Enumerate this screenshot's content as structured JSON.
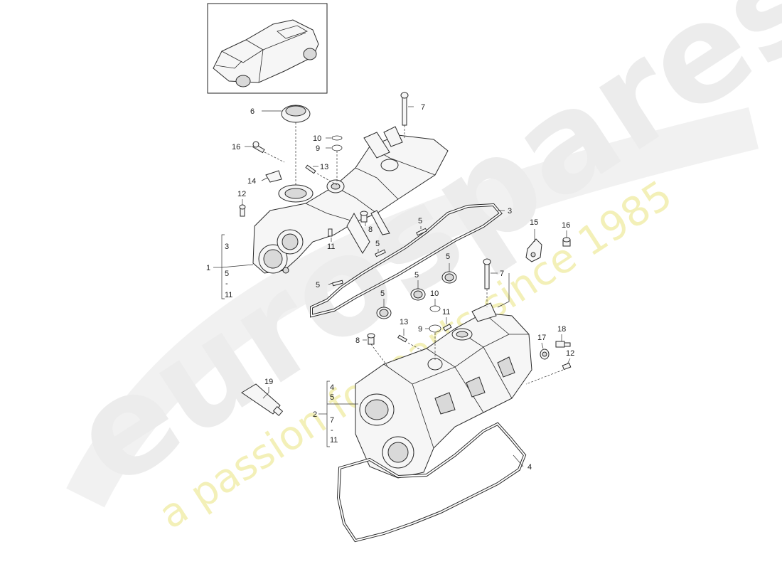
{
  "watermark": {
    "logo_text": "eurospares",
    "tagline": "a passion for parts since 1985"
  },
  "thumbnail": {
    "icon": "car-suv-icon"
  },
  "callouts": {
    "n6": "6",
    "n7a": "7",
    "n10a": "10",
    "n9a": "9",
    "n16a": "16",
    "n13a": "13",
    "n14": "14",
    "n12a": "12",
    "n8a": "8",
    "n11a": "11",
    "n3": "3",
    "n5a": "5",
    "n5b": "5",
    "n5c": "5",
    "n5d": "5",
    "n5e": "5",
    "n5f": "5",
    "n15": "15",
    "n16b": "16",
    "n7b": "7",
    "n10b": "10",
    "n11b": "11",
    "n9b": "9",
    "n13b": "13",
    "n8b": "8",
    "n18": "18",
    "n17": "17",
    "n12b": "12",
    "n19": "19",
    "n4": "4"
  },
  "group1": {
    "label": "1",
    "range": [
      "3",
      "5",
      "-",
      "11"
    ]
  },
  "group2": {
    "label": "2",
    "range": [
      "4",
      "5",
      "7",
      "-",
      "11"
    ]
  }
}
